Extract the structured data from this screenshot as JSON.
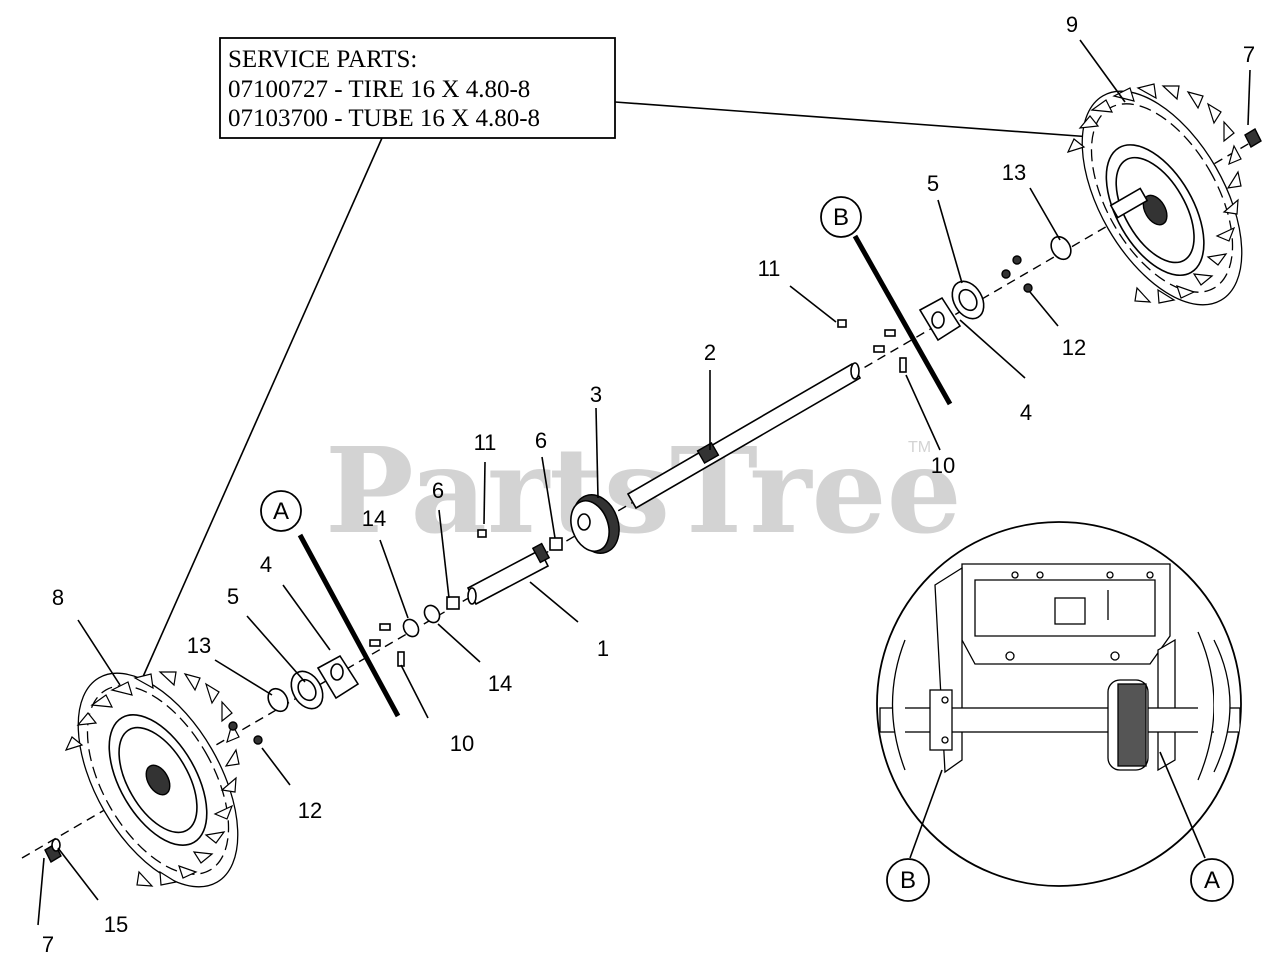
{
  "service_parts": {
    "heading": "SERVICE PARTS:",
    "lines": [
      "07100727 - TIRE 16 X 4.80-8",
      "07103700 - TUBE 16 X 4.80-8"
    ]
  },
  "watermark": {
    "text": "PartsTree",
    "trademark": "TM"
  },
  "callouts": {
    "c1": "1",
    "c2": "2",
    "c3": "3",
    "c4a": "4",
    "c4b": "4",
    "c5a": "5",
    "c5b": "5",
    "c6a": "6",
    "c6b": "6",
    "c7a": "7",
    "c7b": "7",
    "c8": "8",
    "c9": "9",
    "c10a": "10",
    "c10b": "10",
    "c11a": "11",
    "c11b": "11",
    "c12a": "12",
    "c12b": "12",
    "c13a": "13",
    "c13b": "13",
    "c14a": "14",
    "c14b": "14",
    "c15": "15"
  },
  "section_markers": {
    "a_main": "A",
    "b_main": "B",
    "a_inset": "A",
    "b_inset": "B"
  }
}
